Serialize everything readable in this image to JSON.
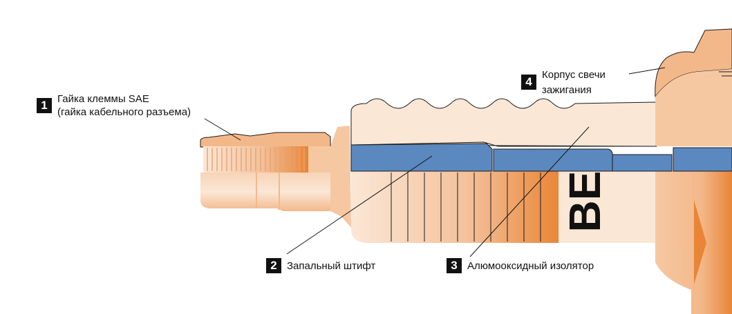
{
  "colors": {
    "metal_light": "#fbe7d6",
    "metal_mid": "#f3b88a",
    "metal_dark": "#e98537",
    "insulator": "#5b88bf",
    "outline": "#1a1a1a",
    "badge_bg": "#111111",
    "badge_text": "#ffffff"
  },
  "brand_mark": "BE",
  "callouts": [
    {
      "number": "1",
      "lines": [
        "Гайка клеммы SAE",
        "(гайка кабельного разъема)"
      ]
    },
    {
      "number": "2",
      "lines": [
        "Запальный штифт"
      ]
    },
    {
      "number": "3",
      "lines": [
        "Алюмооксидный изолятор"
      ]
    },
    {
      "number": "4",
      "lines": [
        "Корпус свечи",
        "зажигания"
      ]
    }
  ]
}
